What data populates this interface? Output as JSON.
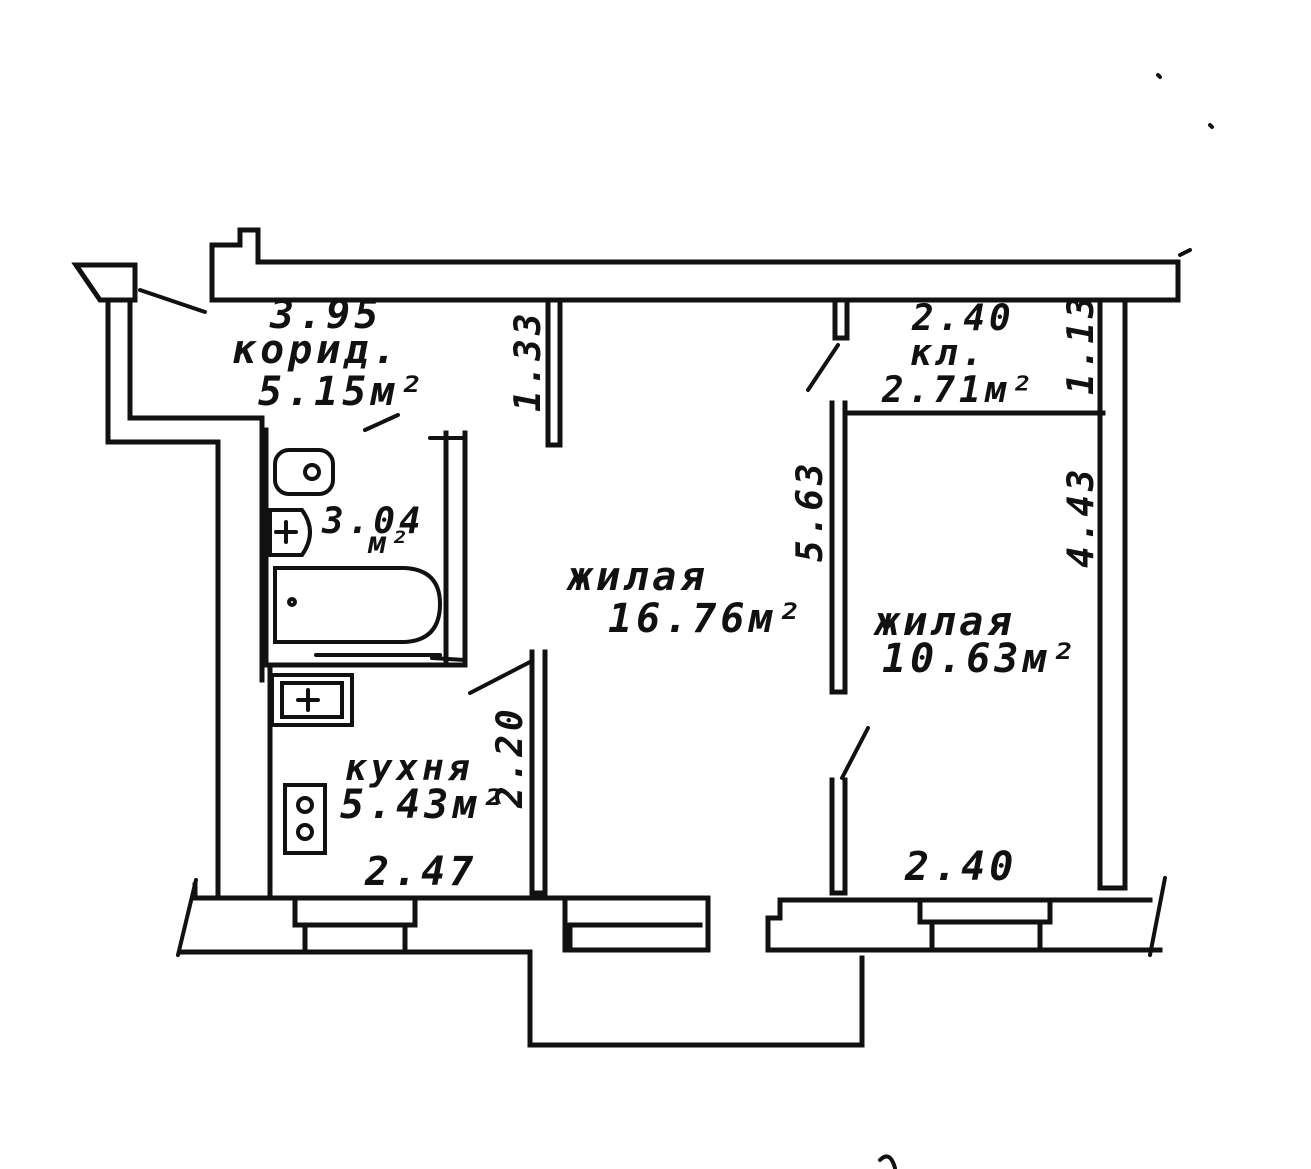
{
  "rooms": {
    "corridor": {
      "width": "3.95",
      "name": "корид.",
      "area": "5.15м²"
    },
    "bathroom": {
      "area": "3.04",
      "unit": "м²"
    },
    "living_main": {
      "name": "жилая",
      "area": "16.76м²"
    },
    "pantry": {
      "width": "2.40",
      "name": "кл.",
      "area": "2.71м²"
    },
    "living_small": {
      "name": "жилая",
      "area": "10.63м²"
    },
    "kitchen": {
      "name": "кухня",
      "area": "5.43м²"
    }
  },
  "dimensions": {
    "corridor_depth": "1.33",
    "living_main_length": "5.63",
    "pantry_depth": "1.13",
    "living_small_length": "4.43",
    "kitchen_length": "2.20",
    "kitchen_width": "2.47",
    "living_small_width": "2.40"
  },
  "colors": {
    "ink": "#111111",
    "paper": "#ffffff"
  }
}
